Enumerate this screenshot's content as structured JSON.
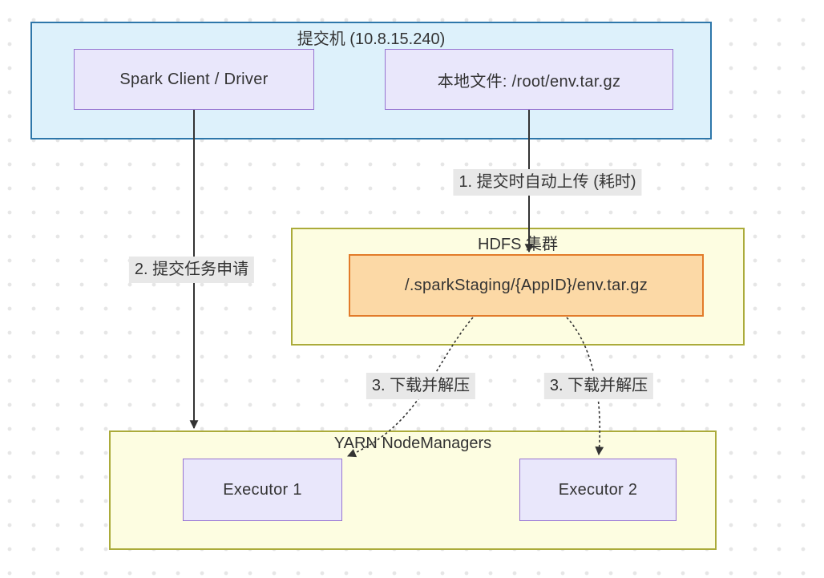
{
  "diagram": {
    "type": "flowchart",
    "submit_host": {
      "title": "提交机 (10.8.15.240)",
      "spark_client": "Spark Client / Driver",
      "local_file": "本地文件: /root/env.tar.gz"
    },
    "hdfs": {
      "title": "HDFS 集群",
      "staging_path": "/.sparkStaging/{AppID}/env.tar.gz"
    },
    "yarn": {
      "title": "YARN NodeManagers",
      "executor1": "Executor 1",
      "executor2": "Executor 2"
    },
    "edge_labels": {
      "upload": "1. 提交时自动上传 (耗时)",
      "submit": "2. 提交任务申请",
      "download_left": "3. 下载并解压",
      "download_right": "3. 下载并解压"
    },
    "colors": {
      "submit_host_fill": "#ddf1fb",
      "submit_host_border": "#2e77aa",
      "node_fill": "#e9e7fb",
      "node_border": "#9673d1",
      "cluster_fill": "#fdfde1",
      "cluster_border": "#abab3a",
      "staging_fill": "#fcd9a6",
      "staging_border": "#e27b2a",
      "edge_color": "#333333",
      "edge_label_bg": "#e8e8e8",
      "text_color": "#333333",
      "background_dot": "#e6e6e6"
    }
  }
}
